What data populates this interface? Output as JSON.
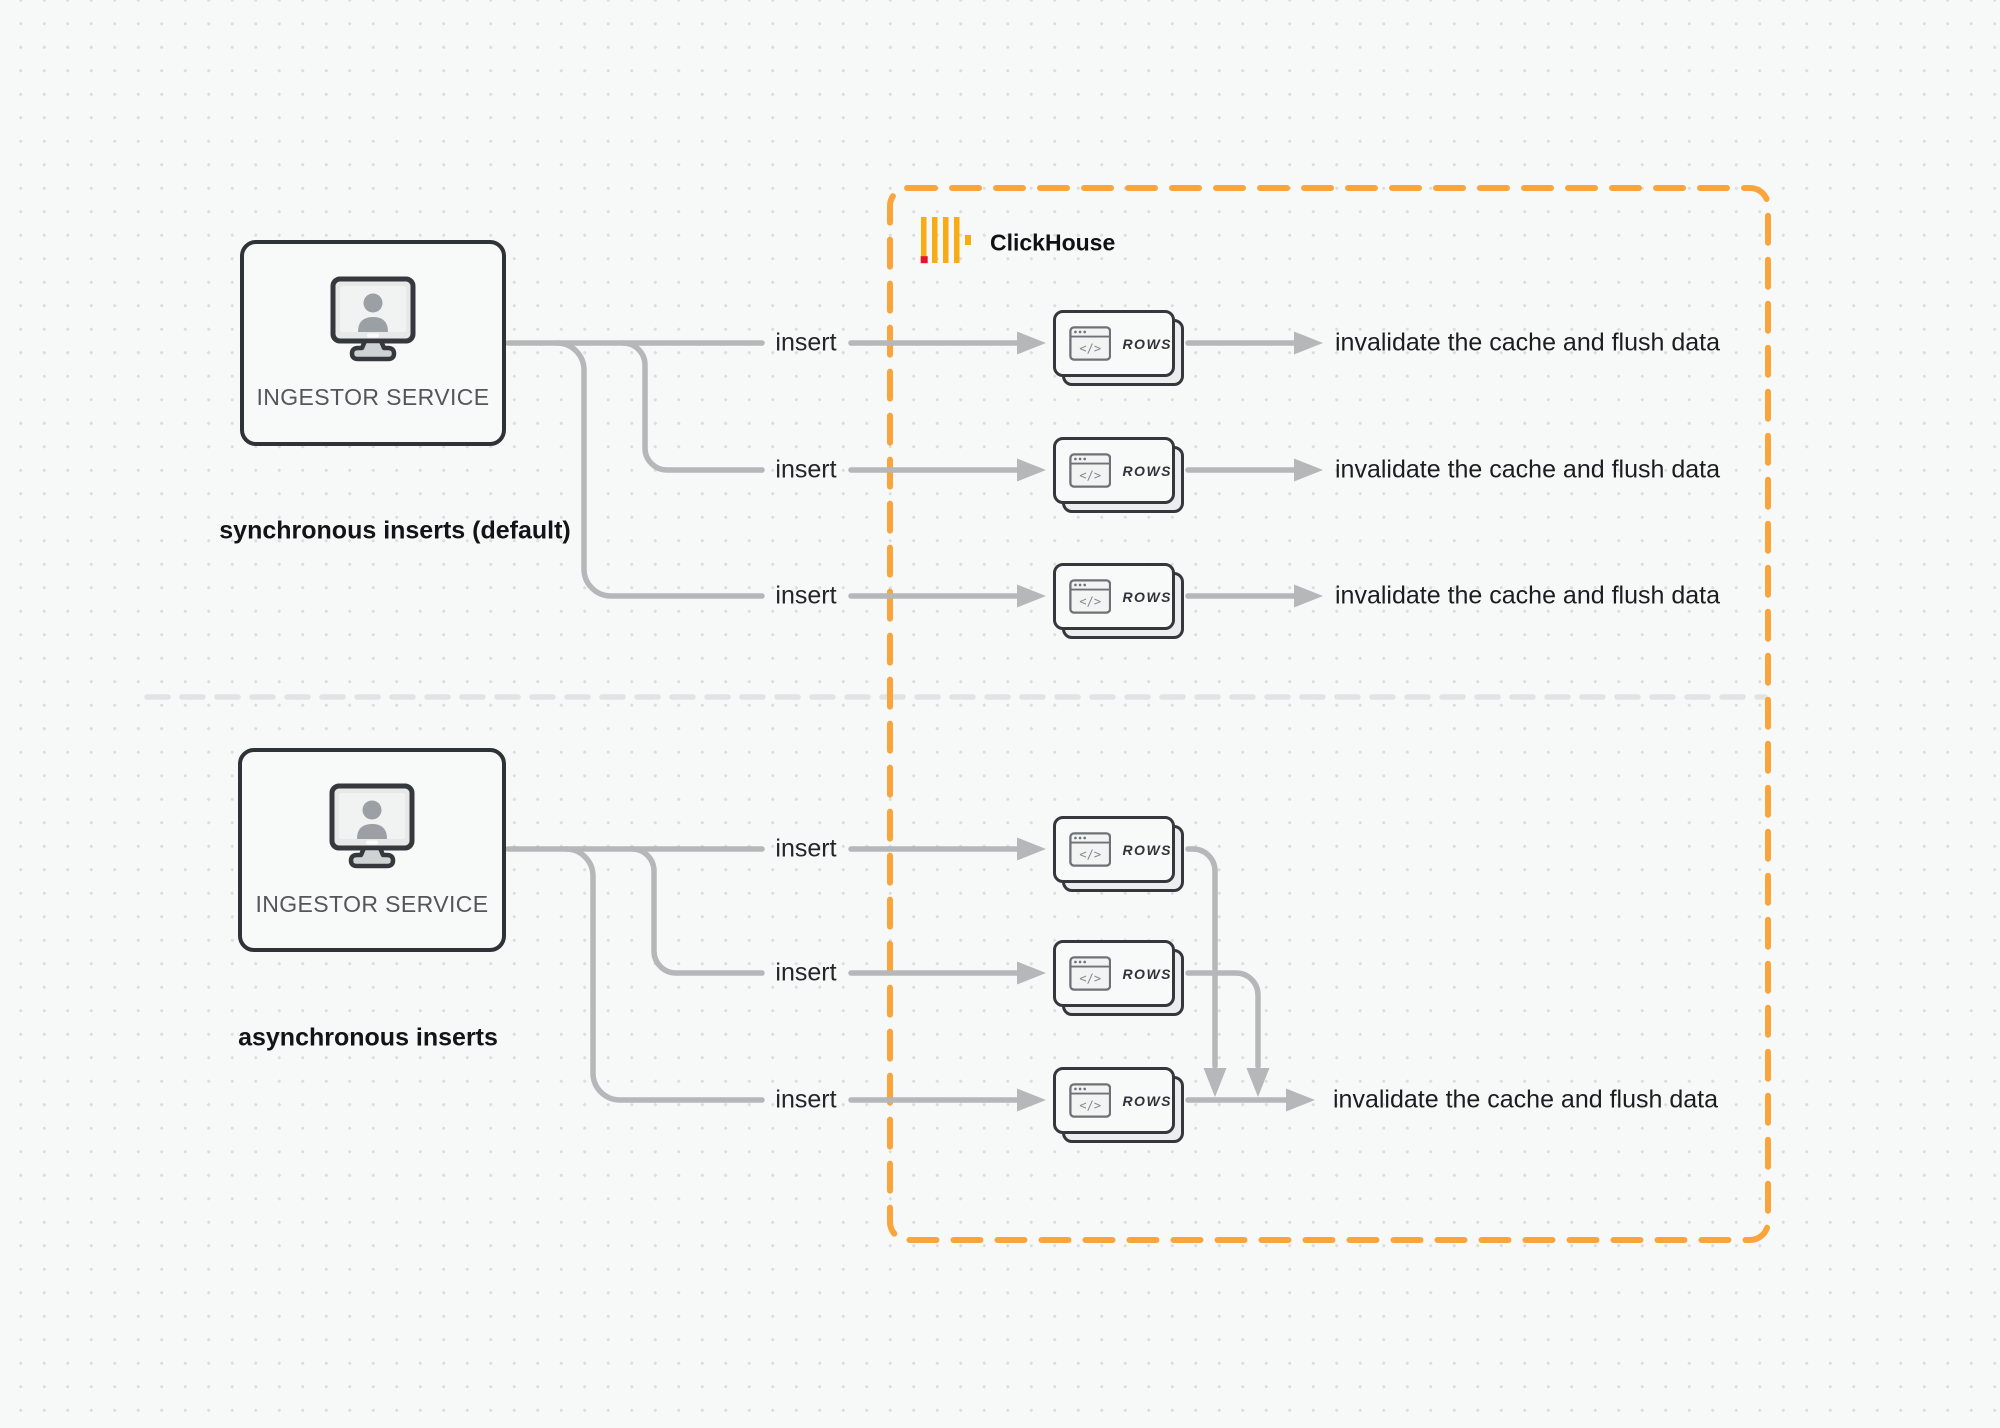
{
  "title": "ClickHouse synchronous vs asynchronous inserts diagram",
  "colors": {
    "background": "#F7F8F8",
    "grid_dot": "#DCDDDD",
    "connector_gray": "#B5B7B8",
    "divider_gray": "#E2E3E4",
    "accent_orange": "#F9A53C",
    "logo_amber": "#F7AC15",
    "logo_red": "#E8132A",
    "card_fill": "#F8F9F9",
    "card_border": "#34383C",
    "text_dark": "#1C1D1F",
    "text_medium": "#53575A"
  },
  "clickhouse_box": {
    "label": "ClickHouse",
    "logo_icon": "clickhouse-bars-icon"
  },
  "sections": [
    {
      "id": "sync",
      "caption": "synchronous inserts (default)",
      "service_label": "INGESTOR SERVICE",
      "service_icon": "monitor-user-icon",
      "inserts": [
        "insert",
        "insert",
        "insert"
      ],
      "results": [
        "invalidate the cache and flush data",
        "invalidate the cache and flush data",
        "invalidate the cache and flush data"
      ]
    },
    {
      "id": "async",
      "caption": "asynchronous inserts",
      "service_label": "INGESTOR SERVICE",
      "service_icon": "monitor-user-icon",
      "inserts": [
        "insert",
        "insert",
        "insert"
      ],
      "results": [
        "invalidate the cache and flush data"
      ]
    }
  ],
  "card": {
    "label": "ROWS",
    "icon_glyph": "</>"
  }
}
